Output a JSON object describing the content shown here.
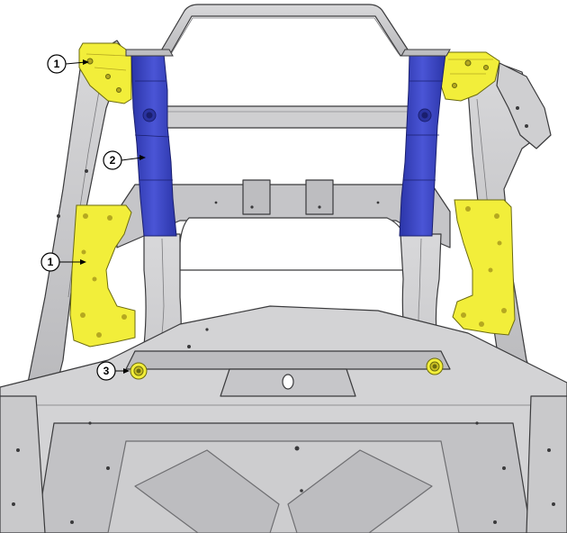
{
  "colors": {
    "background": "#ffffff",
    "body_metal": "#c9c9cb",
    "body_metal_dark": "#9a9a9d",
    "body_metal_light": "#e2e2e4",
    "outline": "#3a3a3c",
    "highlight_yellow": "#f2ee3a",
    "highlight_blue": "#3b45c4",
    "callout_fill": "#ffffff",
    "callout_stroke": "#000000"
  },
  "callouts": [
    {
      "id": "callout-1-upper",
      "label": "1"
    },
    {
      "id": "callout-2",
      "label": "2"
    },
    {
      "id": "callout-1-lower",
      "label": "1"
    },
    {
      "id": "callout-3",
      "label": "3"
    }
  ]
}
